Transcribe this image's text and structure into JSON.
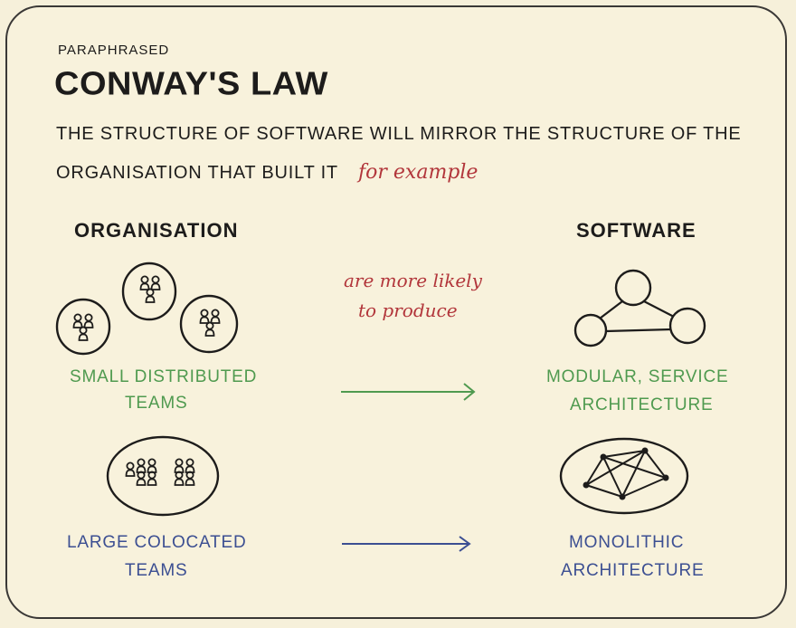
{
  "header": {
    "kicker": "PARAPHRASED",
    "title": "CONWAY'S LAW",
    "statement_line1": "THE STRUCTURE OF SOFTWARE WILL MIRROR THE STRUCTURE OF THE",
    "statement_line2": "ORGANISATION THAT BUILT IT",
    "for_example": "for example"
  },
  "columns": {
    "organisation": "ORGANISATION",
    "software": "SOFTWARE"
  },
  "relation": {
    "line1": "are more likely",
    "line2": "to produce"
  },
  "rows": [
    {
      "org_line1": "SMALL DISTRIBUTED",
      "org_line2": "TEAMS",
      "soft_line1": "MODULAR, SERVICE",
      "soft_line2": "ARCHITECTURE"
    },
    {
      "org_line1": "LARGE COLOCATED",
      "org_line2": "TEAMS",
      "soft_line1": "MONOLITHIC",
      "soft_line2": "ARCHITECTURE"
    }
  ],
  "colors": {
    "ink": "#1d1c1b",
    "red": "#b2363b",
    "green": "#4f9a4f",
    "blue": "#3c4f92",
    "paper": "#f8f2dc"
  }
}
